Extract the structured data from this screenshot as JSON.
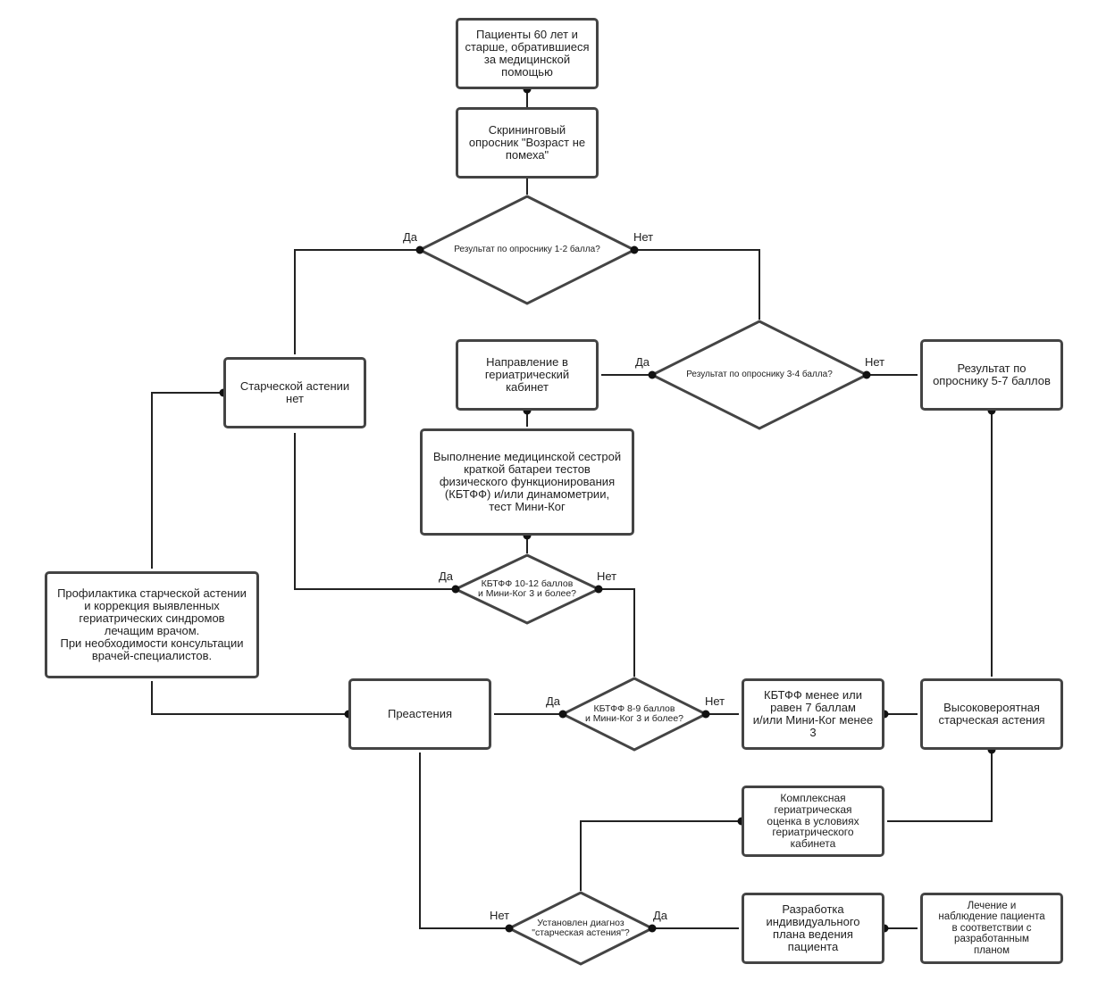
{
  "nodes": {
    "patients": "Пациенты 60 лет и\nстарше, обратившиеся\nза медицинской\nпомощью",
    "screening": "Скрининговый\nопросник \"Возраст не\nпомеха\"",
    "q12": "Результат по опроснику 1-2 балла?",
    "no_frailty": "Старческой астении\nнет",
    "referral": "Направление в\nгериатрический\nкабинет",
    "q34": "Результат по опроснику 3-4 балла?",
    "result57": "Результат по\nопроснику 5-7 баллов",
    "kbtff_test": "Выполнение медицинской сестрой\nкраткой батареи тестов\nфизического функционирования\n(КБТФФ) и/или динамометрии,\nтест Мини-Ког",
    "q1012": "КБТФФ 10-12 баллов\nи Мини-Ког 3 и более?",
    "prevention": "Профилактика старческой астении\nи коррекция выявленных\nгериатрических синдромов\nлечащим врачом.\nПри необходимости консультации\nврачей-специалистов.",
    "prefrailty": "Преастения",
    "q89": "КБТФФ 8-9 баллов\nи Мини-Ког 3 и более?",
    "kbtff_low": "КБТФФ менее или\nравен 7 баллам\nи/или Мини-Ког менее\n3",
    "probable": "Высоковероятная\nстарческая астения",
    "cga": "Комплексная\nгериатрическая\nоценка в условиях\nгериатрического\nкабинета",
    "diagnosis": "Установлен диагноз\n\"старческая астения\"?",
    "plan": "Разработка\nиндивидуального\nплана ведения\nпациента",
    "treatment": "Лечение и\nнаблюдение пациента\nв соответствии с\nразработанным\nпланом"
  },
  "labels": {
    "yes": "Да",
    "no": "Нет"
  },
  "colors": {
    "stroke": "#444444",
    "text": "#222222",
    "background": "#ffffff"
  }
}
